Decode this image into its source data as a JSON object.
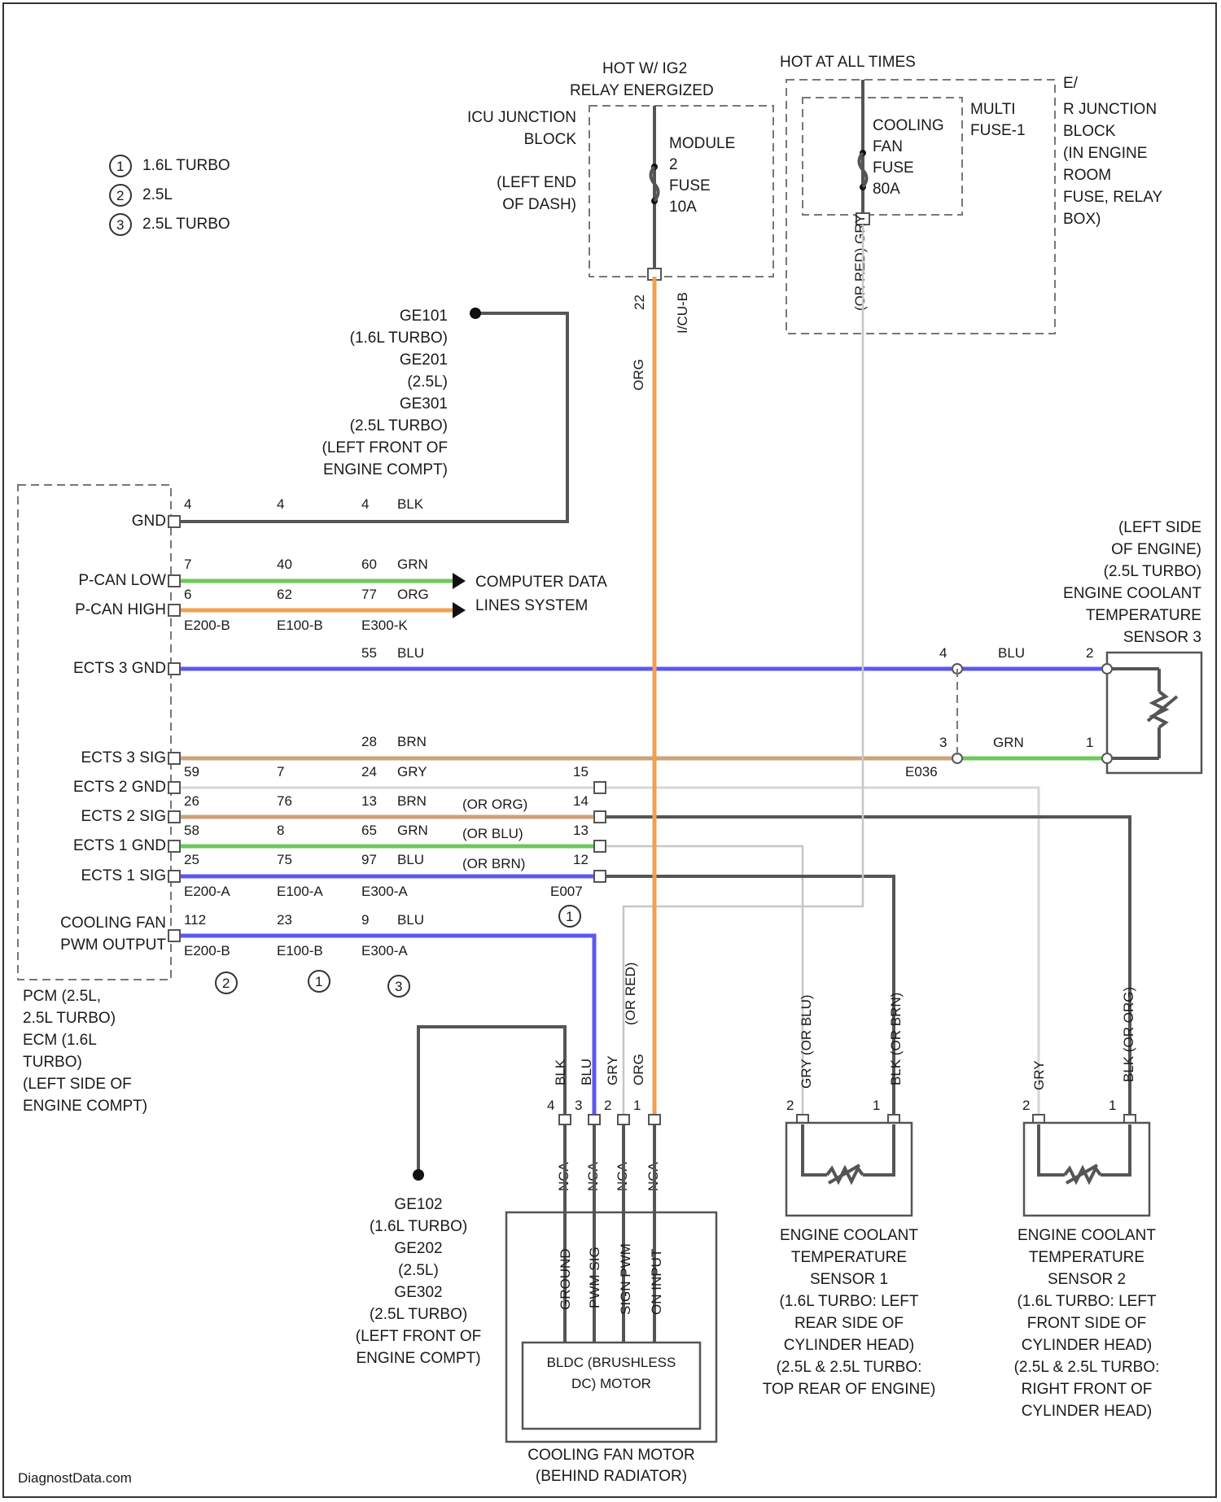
{
  "colors": {
    "org": "#f2a04f",
    "grn": "#6cc95b",
    "blu": "#5b59f0",
    "brn": "#cba37a",
    "gry": "#d6d6d6",
    "blk": "#555555",
    "gnd": "#555555",
    "dot": "#111111"
  },
  "legend": [
    {
      "num": "1",
      "label": "1.6L TURBO"
    },
    {
      "num": "2",
      "label": "2.5L"
    },
    {
      "num": "3",
      "label": "2.5L TURBO"
    }
  ],
  "power": {
    "hot_w_ig2": [
      "HOT W/ IG2",
      "RELAY ENERGIZED"
    ],
    "hot_all": "HOT AT ALL TIMES",
    "icu_block": [
      "ICU JUNCTION",
      "BLOCK",
      "(LEFT END",
      "OF DASH)"
    ],
    "module_fuse": [
      "MODULE",
      "2",
      "FUSE",
      "10A"
    ],
    "fan_fuse": [
      "COOLING",
      "FAN",
      "FUSE",
      "80A"
    ],
    "multi_fuse": [
      "MULTI",
      "FUSE-1"
    ],
    "ejb": [
      "E/",
      "R JUNCTION",
      "BLOCK",
      "(IN ENGINE",
      "ROOM",
      "FUSE, RELAY",
      "BOX)"
    ],
    "pin_22": "22",
    "conn_i": "I/CU-B",
    "wire_org": "ORG",
    "big_wire": "(OR RED) GRY"
  },
  "ground_top": [
    "GE101",
    "(1.6L TURBO)",
    "GE201",
    "(2.5L)",
    "GE301",
    "(2.5L TURBO)",
    "(LEFT FRONT OF",
    "ENGINE COMPT)"
  ],
  "pcm_rows": {
    "gnd": {
      "label": "GND",
      "p1": "4",
      "p2": "4",
      "p3": "4",
      "color": "BLK"
    },
    "pcan_low": {
      "label": "P-CAN LOW",
      "p1": "7",
      "p2": "40",
      "p3": "60",
      "color": "GRN"
    },
    "pcan_high": {
      "label": "P-CAN HIGH",
      "p1": "6",
      "p2": "62",
      "p3": "77",
      "color": "ORG"
    },
    "conn_a": [
      "E200-B",
      "E100-B",
      "E300-K"
    ],
    "data_lines": [
      "COMPUTER DATA",
      "LINES SYSTEM"
    ],
    "ects3_gnd": {
      "label": "ECTS 3 GND",
      "p3": "55",
      "color": "BLU"
    },
    "ects3_sig": {
      "label": "ECTS 3 SIG",
      "p3": "28",
      "color": "BRN"
    },
    "ects2_gnd": {
      "label": "ECTS 2 GND",
      "p1": "59",
      "p2": "7",
      "p3": "24",
      "color": "GRY",
      "pin": "15"
    },
    "ects2_sig": {
      "label": "ECTS 2 SIG",
      "p1": "26",
      "p2": "76",
      "p3": "13",
      "color": "BRN",
      "alt": "(OR ORG)",
      "pin": "14"
    },
    "ects1_gnd": {
      "label": "ECTS 1 GND",
      "p1": "58",
      "p2": "8",
      "p3": "65",
      "color": "GRN",
      "alt": "(OR BLU)",
      "pin": "13"
    },
    "ects1_sig": {
      "label": "ECTS 1 SIG",
      "p1": "25",
      "p2": "75",
      "p3": "97",
      "color": "BLU",
      "alt": "(OR BRN)",
      "pin": "12"
    },
    "conn_b": [
      "E200-A",
      "E100-A",
      "E300-A",
      "E007"
    ],
    "fan_pwm": {
      "label": [
        "COOLING FAN",
        "PWM OUTPUT"
      ],
      "p1": "112",
      "p2": "23",
      "p3": "9",
      "color": "BLU"
    },
    "conn_c": [
      "E200-B",
      "E100-B",
      "E300-A"
    ],
    "marker_e007": "1",
    "markers": [
      "2",
      "1",
      "3"
    ]
  },
  "pcm_label": [
    "PCM (2.5L,",
    "2.5L TURBO)",
    "ECM (1.6L",
    "TURBO)",
    "(LEFT SIDE OF",
    "ENGINE COMPT)"
  ],
  "sensor3": {
    "label": [
      "(LEFT SIDE",
      "OF ENGINE)",
      "(2.5L TURBO)",
      "ENGINE COOLANT",
      "TEMPERATURE",
      "SENSOR 3"
    ],
    "pin4": "4",
    "pin2": "2",
    "pin3": "3",
    "pin1": "1",
    "blu": "BLU",
    "grn": "GRN",
    "conn": "E036"
  },
  "fan_motor": {
    "wire_labels": [
      "BLK",
      "BLU",
      "GRY",
      "(OR RED)",
      "ORG"
    ],
    "pins": [
      "4",
      "3",
      "2",
      "1"
    ],
    "nca": [
      "NCA",
      "NCA",
      "NCA",
      "NCA"
    ],
    "terms": [
      "GROUND",
      "PWM SIG",
      "SIGN PWM",
      "ON INPUT"
    ],
    "inner": [
      "BLDC (BRUSHLESS",
      "DC) MOTOR"
    ],
    "label": [
      "COOLING FAN MOTOR",
      "(BEHIND RADIATOR)"
    ]
  },
  "ground_bot": [
    "GE102",
    "(1.6L TURBO)",
    "GE202",
    "(2.5L)",
    "GE302",
    "(2.5L TURBO)",
    "(LEFT FRONT OF",
    "ENGINE COMPT)"
  ],
  "sensor1": {
    "w1": "GRY (OR BLU)",
    "w2": "BLK (OR BRN)",
    "pin2": "2",
    "pin1": "1",
    "label": [
      "ENGINE COOLANT",
      "TEMPERATURE",
      "SENSOR 1",
      "(1.6L TURBO: LEFT",
      "REAR SIDE OF",
      "CYLINDER HEAD)",
      "(2.5L & 2.5L TURBO:",
      "TOP REAR OF ENGINE)"
    ]
  },
  "sensor2": {
    "w1": "GRY",
    "w2": "BLK (OR ORG)",
    "pin2": "2",
    "pin1": "1",
    "label": [
      "ENGINE COOLANT",
      "TEMPERATURE",
      "SENSOR 2",
      "(1.6L TURBO: LEFT",
      "FRONT SIDE OF",
      "CYLINDER HEAD)",
      "(2.5L & 2.5L TURBO:",
      "RIGHT FRONT OF",
      "CYLINDER HEAD)"
    ]
  },
  "watermark": "DiagnostData.com"
}
